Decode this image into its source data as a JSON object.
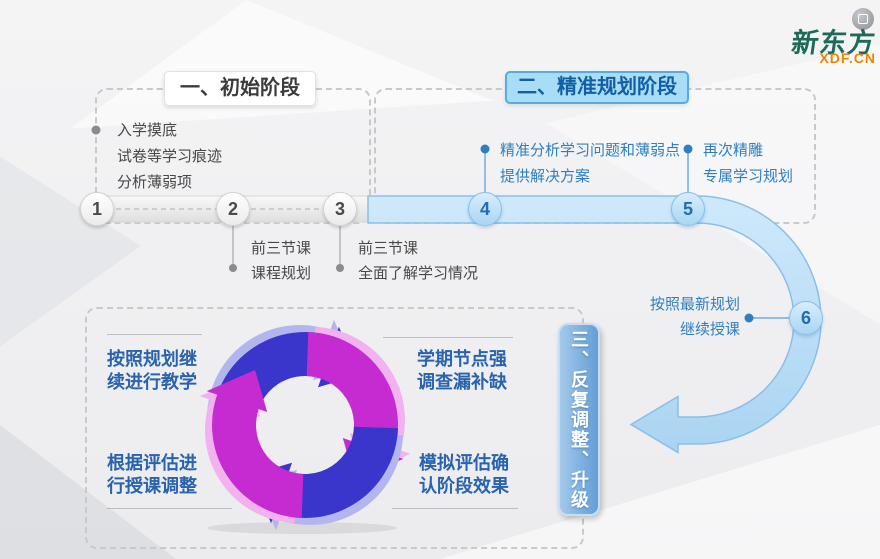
{
  "logo": {
    "brand": "新东方",
    "domain": "XDF.CN"
  },
  "stages": {
    "stage1": {
      "label": "一、初始阶段"
    },
    "stage2": {
      "label": "二、精准规划阶段"
    },
    "stage3": {
      "label": "三、反复调整、升级"
    }
  },
  "timeline": {
    "steps": [
      {
        "num": "1",
        "lines": [
          "入学摸底",
          "试卷等学习痕迹",
          "分析薄弱项"
        ]
      },
      {
        "num": "2",
        "lines": [
          "前三节课",
          "课程规划"
        ]
      },
      {
        "num": "3",
        "lines": [
          "前三节课",
          "全面了解学习情况"
        ]
      },
      {
        "num": "4",
        "lines": [
          "精准分析学习问题和薄弱点",
          "提供解决方案"
        ]
      },
      {
        "num": "5",
        "lines": [
          "再次精雕",
          "专属学习规划"
        ]
      },
      {
        "num": "6",
        "lines": [
          "按照最新规划",
          "继续授课"
        ]
      }
    ]
  },
  "cycle": {
    "items": [
      {
        "position": "top-left",
        "lines": [
          "按照规划继",
          "续进行教学"
        ]
      },
      {
        "position": "top-right",
        "lines": [
          "学期节点强",
          "调查漏补缺"
        ]
      },
      {
        "position": "bottom-left",
        "lines": [
          "根据评估进",
          "行授课调整"
        ]
      },
      {
        "position": "bottom-right",
        "lines": [
          "模拟评估确",
          "认阶段效果"
        ]
      }
    ]
  },
  "colors": {
    "stage_blue": "#2e7fc1",
    "band_fill": "#b9ddf6",
    "cycle_blue": "#3a35cb",
    "cycle_magenta": "#c62bd1",
    "logo_green": "#1e6a58",
    "logo_orange": "#f08300"
  }
}
